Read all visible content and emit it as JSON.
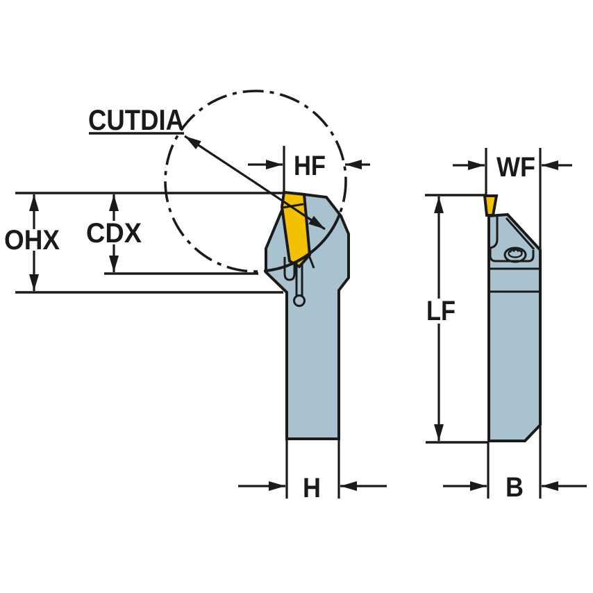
{
  "diagram": {
    "labels": {
      "cutdia": "CUTDIA",
      "hf": "HF",
      "wf": "WF",
      "ohx": "OHX",
      "cdx": "CDX",
      "lf": "LF",
      "h": "H",
      "b": "B"
    },
    "colors": {
      "line": "#1a1a1a",
      "body": "#a9c2cf",
      "insert": "#f3c102",
      "background": "#ffffff"
    }
  }
}
